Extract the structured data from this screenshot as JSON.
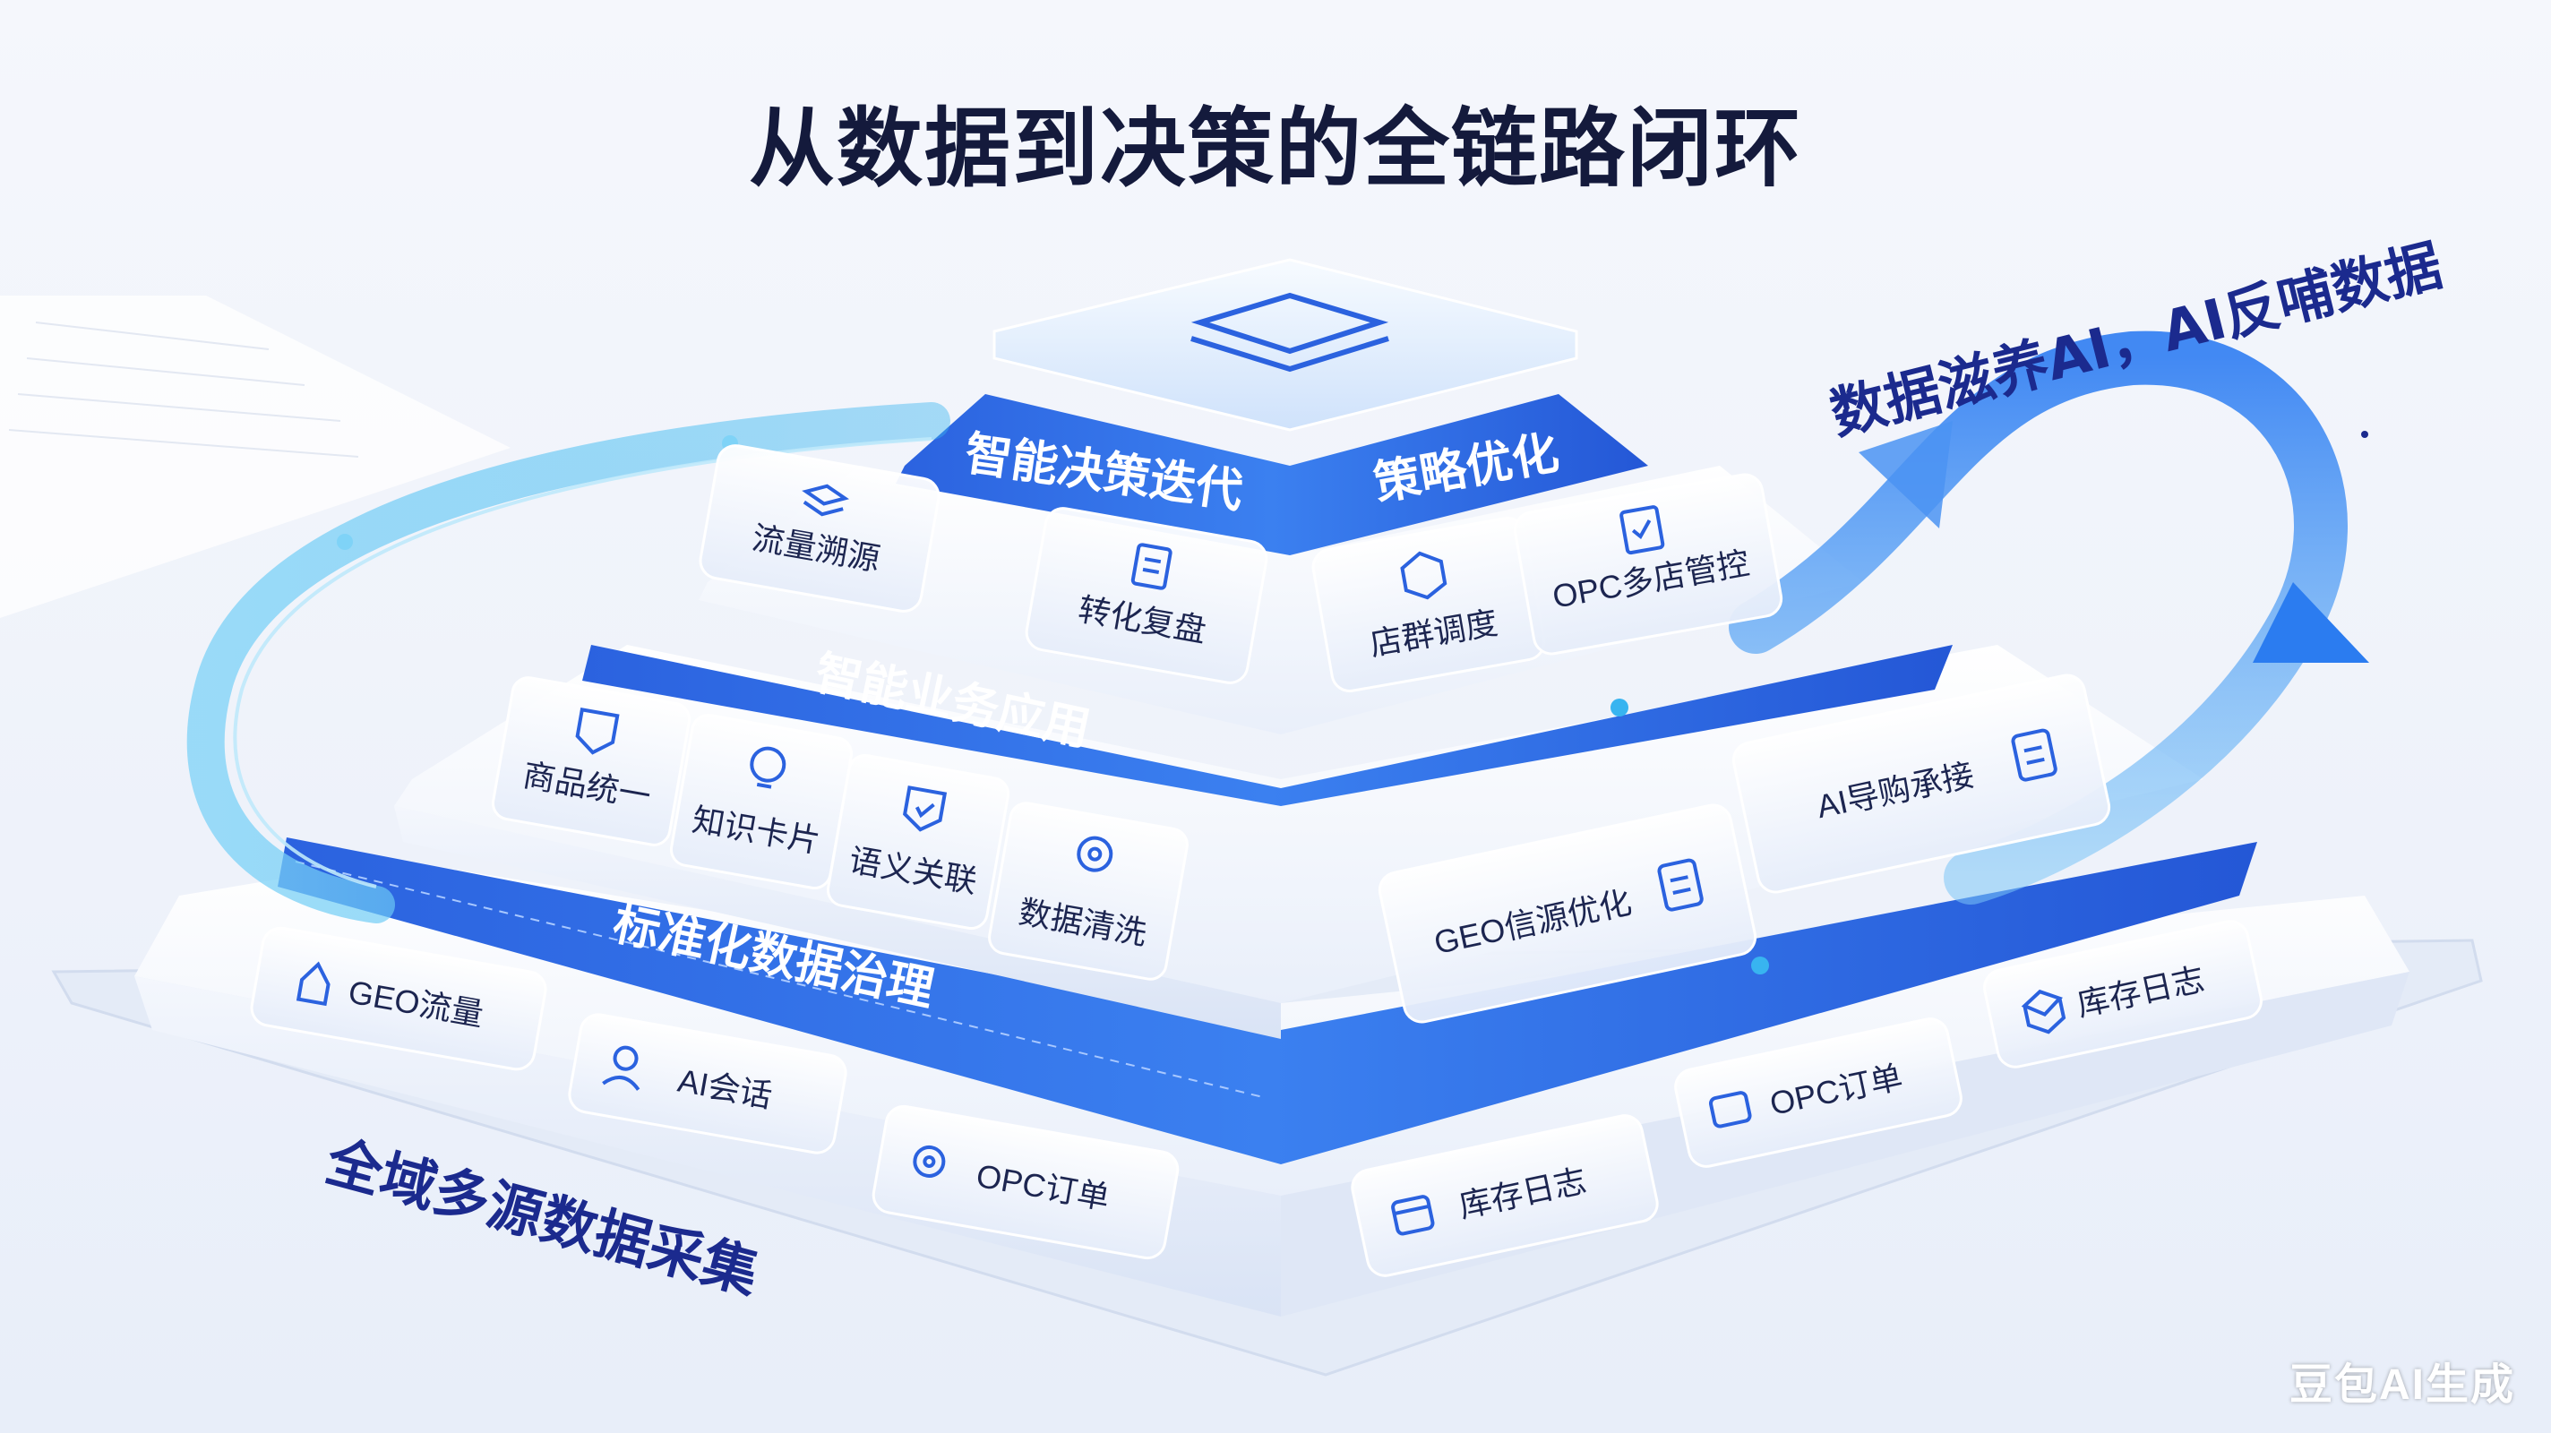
{
  "title": "从数据到决策的全链路闭环",
  "loop_label": "数据滋养AI，AI反哺数据",
  "bottom_label": "全域多源数据采集",
  "watermark": "豆包AI生成",
  "layers": {
    "decision": {
      "band_left": "智能决策迭代",
      "band_right": "策略优化"
    },
    "business": {
      "band": "智能业务应用",
      "cards": [
        "流量溯源",
        "转化复盘",
        "店群调度",
        "OPC多店管控"
      ]
    },
    "governance": {
      "band": "标准化数据治理",
      "cards_left": [
        "商品统一",
        "知识卡片",
        "语义关联",
        "数据清洗"
      ],
      "cards_right": [
        "AI导购承接",
        "GEO信源优化"
      ]
    },
    "collection": {
      "cards_left": [
        "GEO流量",
        "AI会话",
        "OPC订单"
      ],
      "cards_right": [
        "库存日志",
        "OPC订单",
        "库存日志"
      ]
    }
  },
  "colors": {
    "band_blue": "#2f6fe6",
    "band_blue_dark": "#1e56d2",
    "loop_cyan": "#38b4f0",
    "arrow_blue": "#2b7cf0",
    "title_navy": "#141a3c",
    "label_navy": "#1b2a8e"
  }
}
